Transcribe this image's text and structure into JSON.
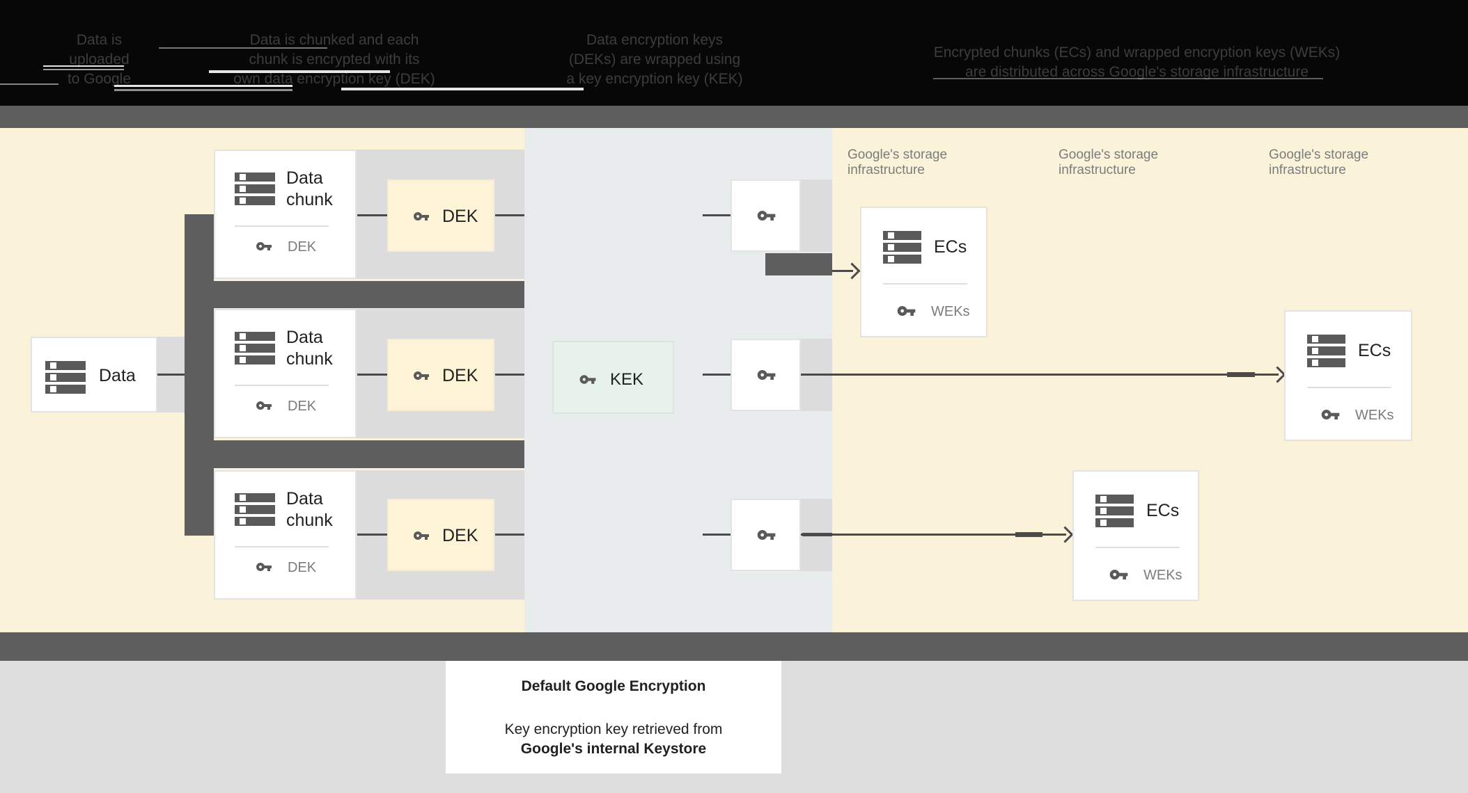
{
  "header": {
    "steps": [
      {
        "lines": [
          "Data is",
          "uploaded",
          "to Google"
        ]
      },
      {
        "lines": [
          "Data is chunked and each",
          "chunk is encrypted with its",
          "own data encryption key (DEK)"
        ]
      },
      {
        "lines": [
          "Data encryption keys",
          "(DEKs) are wrapped using",
          "a key encryption key (KEK)"
        ]
      },
      {
        "lines": [
          "Encrypted chunks (ECs) and wrapped encryption keys (WEKs)",
          "are distributed across Google's storage infrastructure"
        ]
      }
    ]
  },
  "diagram": {
    "data_box": {
      "label": "Data"
    },
    "chunk_rows": [
      {
        "title_line1": "Data",
        "title_line2": "chunk",
        "inner_key_label": "DEK",
        "dek_box_label": "DEK"
      },
      {
        "title_line1": "Data",
        "title_line2": "chunk",
        "inner_key_label": "DEK",
        "dek_box_label": "DEK"
      },
      {
        "title_line1": "Data",
        "title_line2": "chunk",
        "inner_key_label": "DEK",
        "dek_box_label": "DEK"
      }
    ],
    "kek_box": {
      "label": "KEK"
    },
    "storage_labels": [
      {
        "line1": "Google's storage",
        "line2": "infrastructure"
      },
      {
        "line1": "Google's storage",
        "line2": "infrastructure"
      },
      {
        "line1": "Google's storage",
        "line2": "infrastructure"
      }
    ],
    "ec_boxes": [
      {
        "title": "ECs",
        "key_label": "WEKs"
      },
      {
        "title": "ECs",
        "key_label": "WEKs"
      },
      {
        "title": "ECs",
        "key_label": "WEKs"
      }
    ]
  },
  "caption": {
    "title": "Default Google Encryption",
    "line1": "Key encryption key retrieved from",
    "line2": "Google's internal Keystore"
  },
  "colors": {
    "panel_cream": "#fbf3d9",
    "panel_blue": "#e9eced",
    "band_dark": "#5e5e5e",
    "row_gray": "#dcdcdc",
    "kek_green": "#e8f2ec",
    "dek_cream": "#fdf3d6",
    "text_dark": "#212121",
    "text_muted": "#7b7b7b"
  }
}
